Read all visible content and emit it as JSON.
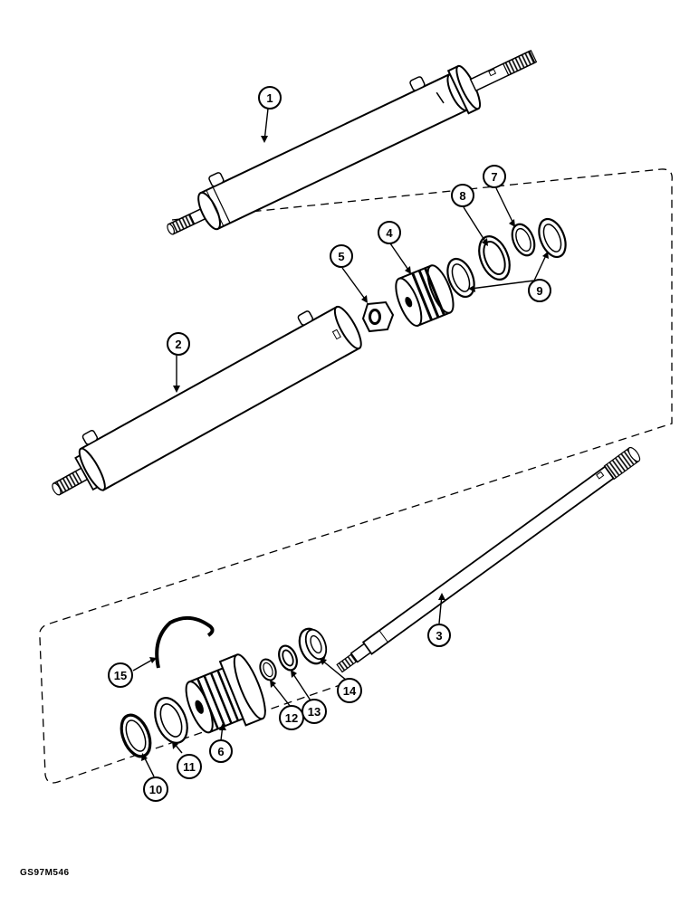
{
  "figure": {
    "reference_code": "GS97M546",
    "callouts": [
      {
        "id": "c1",
        "label": "1"
      },
      {
        "id": "c2",
        "label": "2"
      },
      {
        "id": "c3",
        "label": "3"
      },
      {
        "id": "c4",
        "label": "4"
      },
      {
        "id": "c5",
        "label": "5"
      },
      {
        "id": "c6",
        "label": "6"
      },
      {
        "id": "c7",
        "label": "7"
      },
      {
        "id": "c8",
        "label": "8"
      },
      {
        "id": "c9",
        "label": "9"
      },
      {
        "id": "c10",
        "label": "10"
      },
      {
        "id": "c11",
        "label": "11"
      },
      {
        "id": "c12",
        "label": "12"
      },
      {
        "id": "c13",
        "label": "13"
      },
      {
        "id": "c14",
        "label": "14"
      },
      {
        "id": "c15",
        "label": "15"
      }
    ]
  }
}
